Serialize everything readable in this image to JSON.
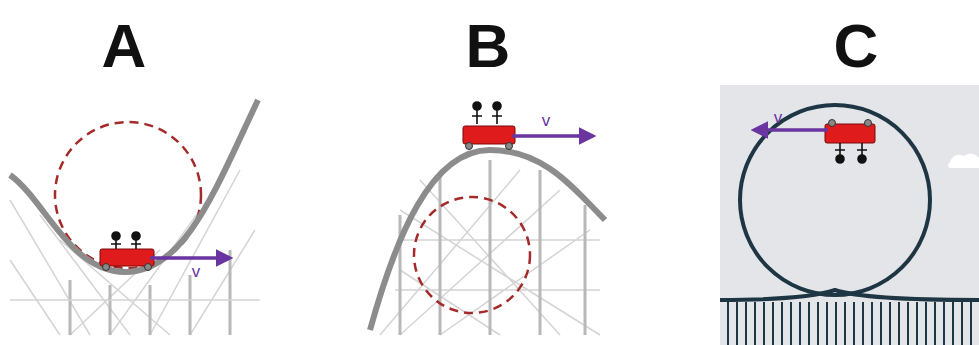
{
  "diagram": {
    "labels": [
      "A",
      "B",
      "C",
      "v",
      "v",
      "v"
    ]
  }
}
